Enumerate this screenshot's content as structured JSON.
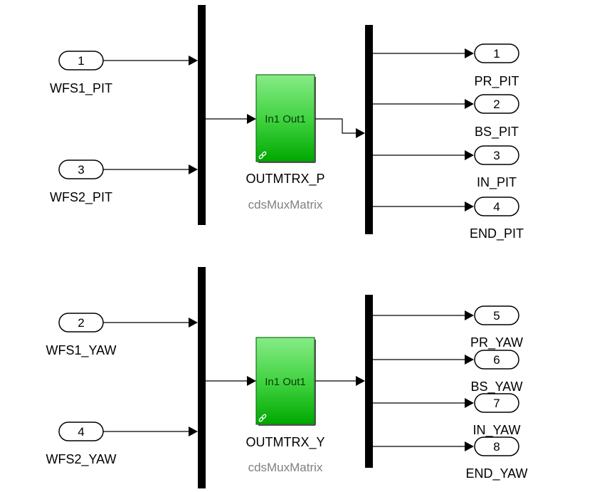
{
  "groups": [
    {
      "inports": [
        {
          "num": "1",
          "label": "WFS1_PIT"
        },
        {
          "num": "3",
          "label": "WFS2_PIT"
        }
      ],
      "block": {
        "ports": "In1 Out1",
        "name": "OUTMTRX_P",
        "library": "cdsMuxMatrix"
      },
      "outports": [
        {
          "num": "1",
          "label": "PR_PIT"
        },
        {
          "num": "2",
          "label": "BS_PIT"
        },
        {
          "num": "3",
          "label": "IN_PIT"
        },
        {
          "num": "4",
          "label": "END_PIT"
        }
      ]
    },
    {
      "inports": [
        {
          "num": "2",
          "label": "WFS1_YAW"
        },
        {
          "num": "4",
          "label": "WFS2_YAW"
        }
      ],
      "block": {
        "ports": "In1 Out1",
        "name": "OUTMTRX_Y",
        "library": "cdsMuxMatrix"
      },
      "outports": [
        {
          "num": "5",
          "label": "PR_YAW"
        },
        {
          "num": "6",
          "label": "BS_YAW"
        },
        {
          "num": "7",
          "label": "IN_YAW"
        },
        {
          "num": "8",
          "label": "END_YAW"
        }
      ]
    }
  ],
  "colors": {
    "block_top": "#7fe87f",
    "block_bottom": "#00b000",
    "block_border": "#1a6e1a",
    "library_text": "#808080"
  },
  "icons": {
    "link": "link-icon"
  }
}
